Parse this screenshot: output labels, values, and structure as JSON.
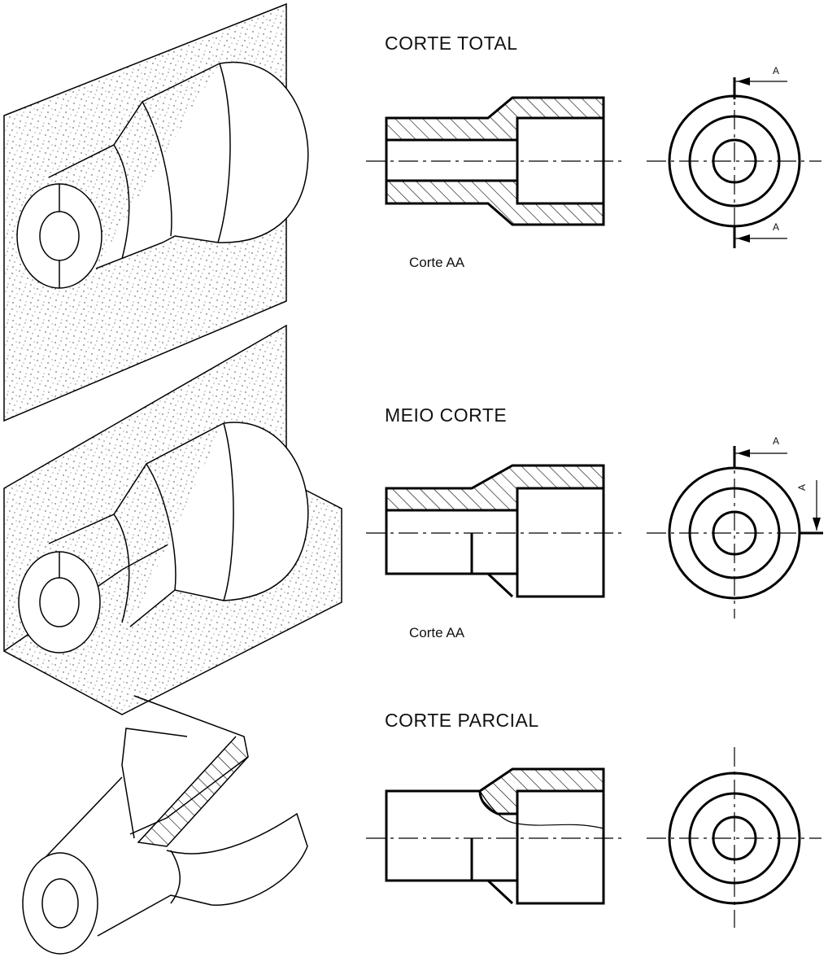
{
  "sections": [
    {
      "title": "CORTE TOTAL",
      "caption": "Corte AA"
    },
    {
      "title": "MEIO CORTE",
      "caption": "Corte AA"
    },
    {
      "title": "CORTE PARCIAL",
      "caption": ""
    }
  ],
  "cut_marks": {
    "corte_total_top": "A",
    "corte_total_bottom": "A",
    "meio_corte_top": "A",
    "meio_corte_side": "A"
  }
}
